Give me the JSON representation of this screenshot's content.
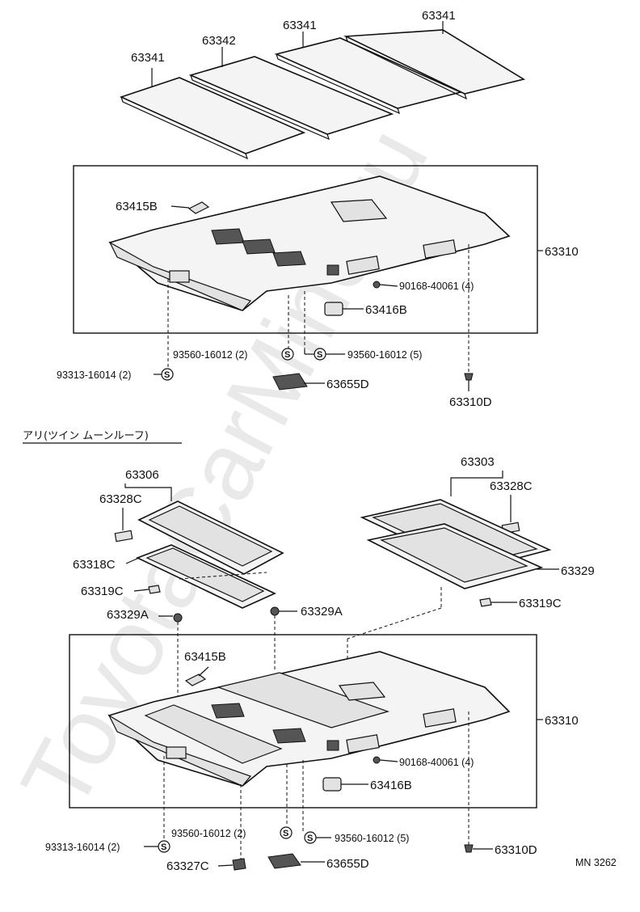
{
  "watermark": "ToyotaCarMine.ru",
  "top_section": {
    "panels": [
      "63341",
      "63342",
      "63341",
      "63341"
    ],
    "box_part": "63310",
    "labels": {
      "handle_cover": "63415B",
      "screw": "90168-40061 (4)",
      "lamp_cover": "63416B",
      "clip_left": "93560-16012 (2)",
      "clip_right": "93560-16012 (5)",
      "clip_far": "93313-16014 (2)",
      "visor_holder": "63655D",
      "retainer": "63310D"
    }
  },
  "section_caption": "アリ(ツイン ムーンルーフ)",
  "bottom_section": {
    "front_frame_group": "63306",
    "front_bracket": "63328C",
    "front_glass_trim": "63318C",
    "front_clip": "63319C",
    "left_clip_a": "63329A",
    "right_clip_a": "63329A",
    "rear_frame_group": "63303",
    "rear_bracket": "63328C",
    "rear_trim": "63329",
    "rear_clip": "63319C",
    "box_part": "63310",
    "labels": {
      "handle_cover": "63415B",
      "screw": "90168-40061 (4)",
      "lamp_cover": "63416B",
      "clip_left": "93560-16012 (2)",
      "clip_right": "93560-16012 (5)",
      "clip_far": "93313-16014 (2)",
      "garnish": "63327C",
      "visor_holder": "63655D",
      "retainer": "63310D"
    }
  },
  "drawing_code": "MN 3262",
  "symbol_s": "S"
}
